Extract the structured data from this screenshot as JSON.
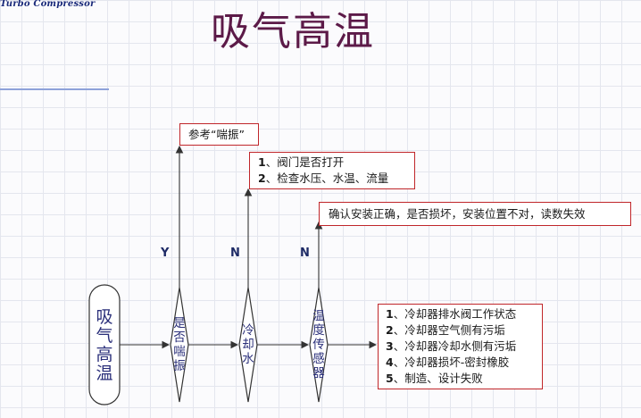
{
  "logo_text": "Turbo Compressor",
  "title": "吸气高温",
  "start_node": "吸\n气\n高\n温",
  "decisions": [
    {
      "text": "是否喘振",
      "branch_label": "Y"
    },
    {
      "text": "冷却水",
      "branch_label": "N"
    },
    {
      "text": "温度传感器",
      "branch_label": "N"
    }
  ],
  "boxes": {
    "surge": [
      "参考“喘振”"
    ],
    "water": [
      {
        "num": "1",
        "text": "、阀门是否打开"
      },
      {
        "num": "2",
        "text": "、检查水压、水温、流量"
      }
    ],
    "sensor": [
      "确认安装正确，是否损坏，安装位置不对，读数失效"
    ],
    "cooler": [
      {
        "num": "1",
        "text": "、冷却器排水阀工作状态"
      },
      {
        "num": "2",
        "text": "、冷却器空气侧有污垢"
      },
      {
        "num": "3",
        "text": "、冷却器冷却水侧有污垢"
      },
      {
        "num": "4",
        "text": "、冷却器损坏-密封橡胶"
      },
      {
        "num": "5",
        "text": "、制造、设计失败"
      }
    ]
  },
  "colors": {
    "title": "#5c1a48",
    "box_border": "#c0262a",
    "node_text": "#2a2f7a",
    "line": "#333333"
  }
}
